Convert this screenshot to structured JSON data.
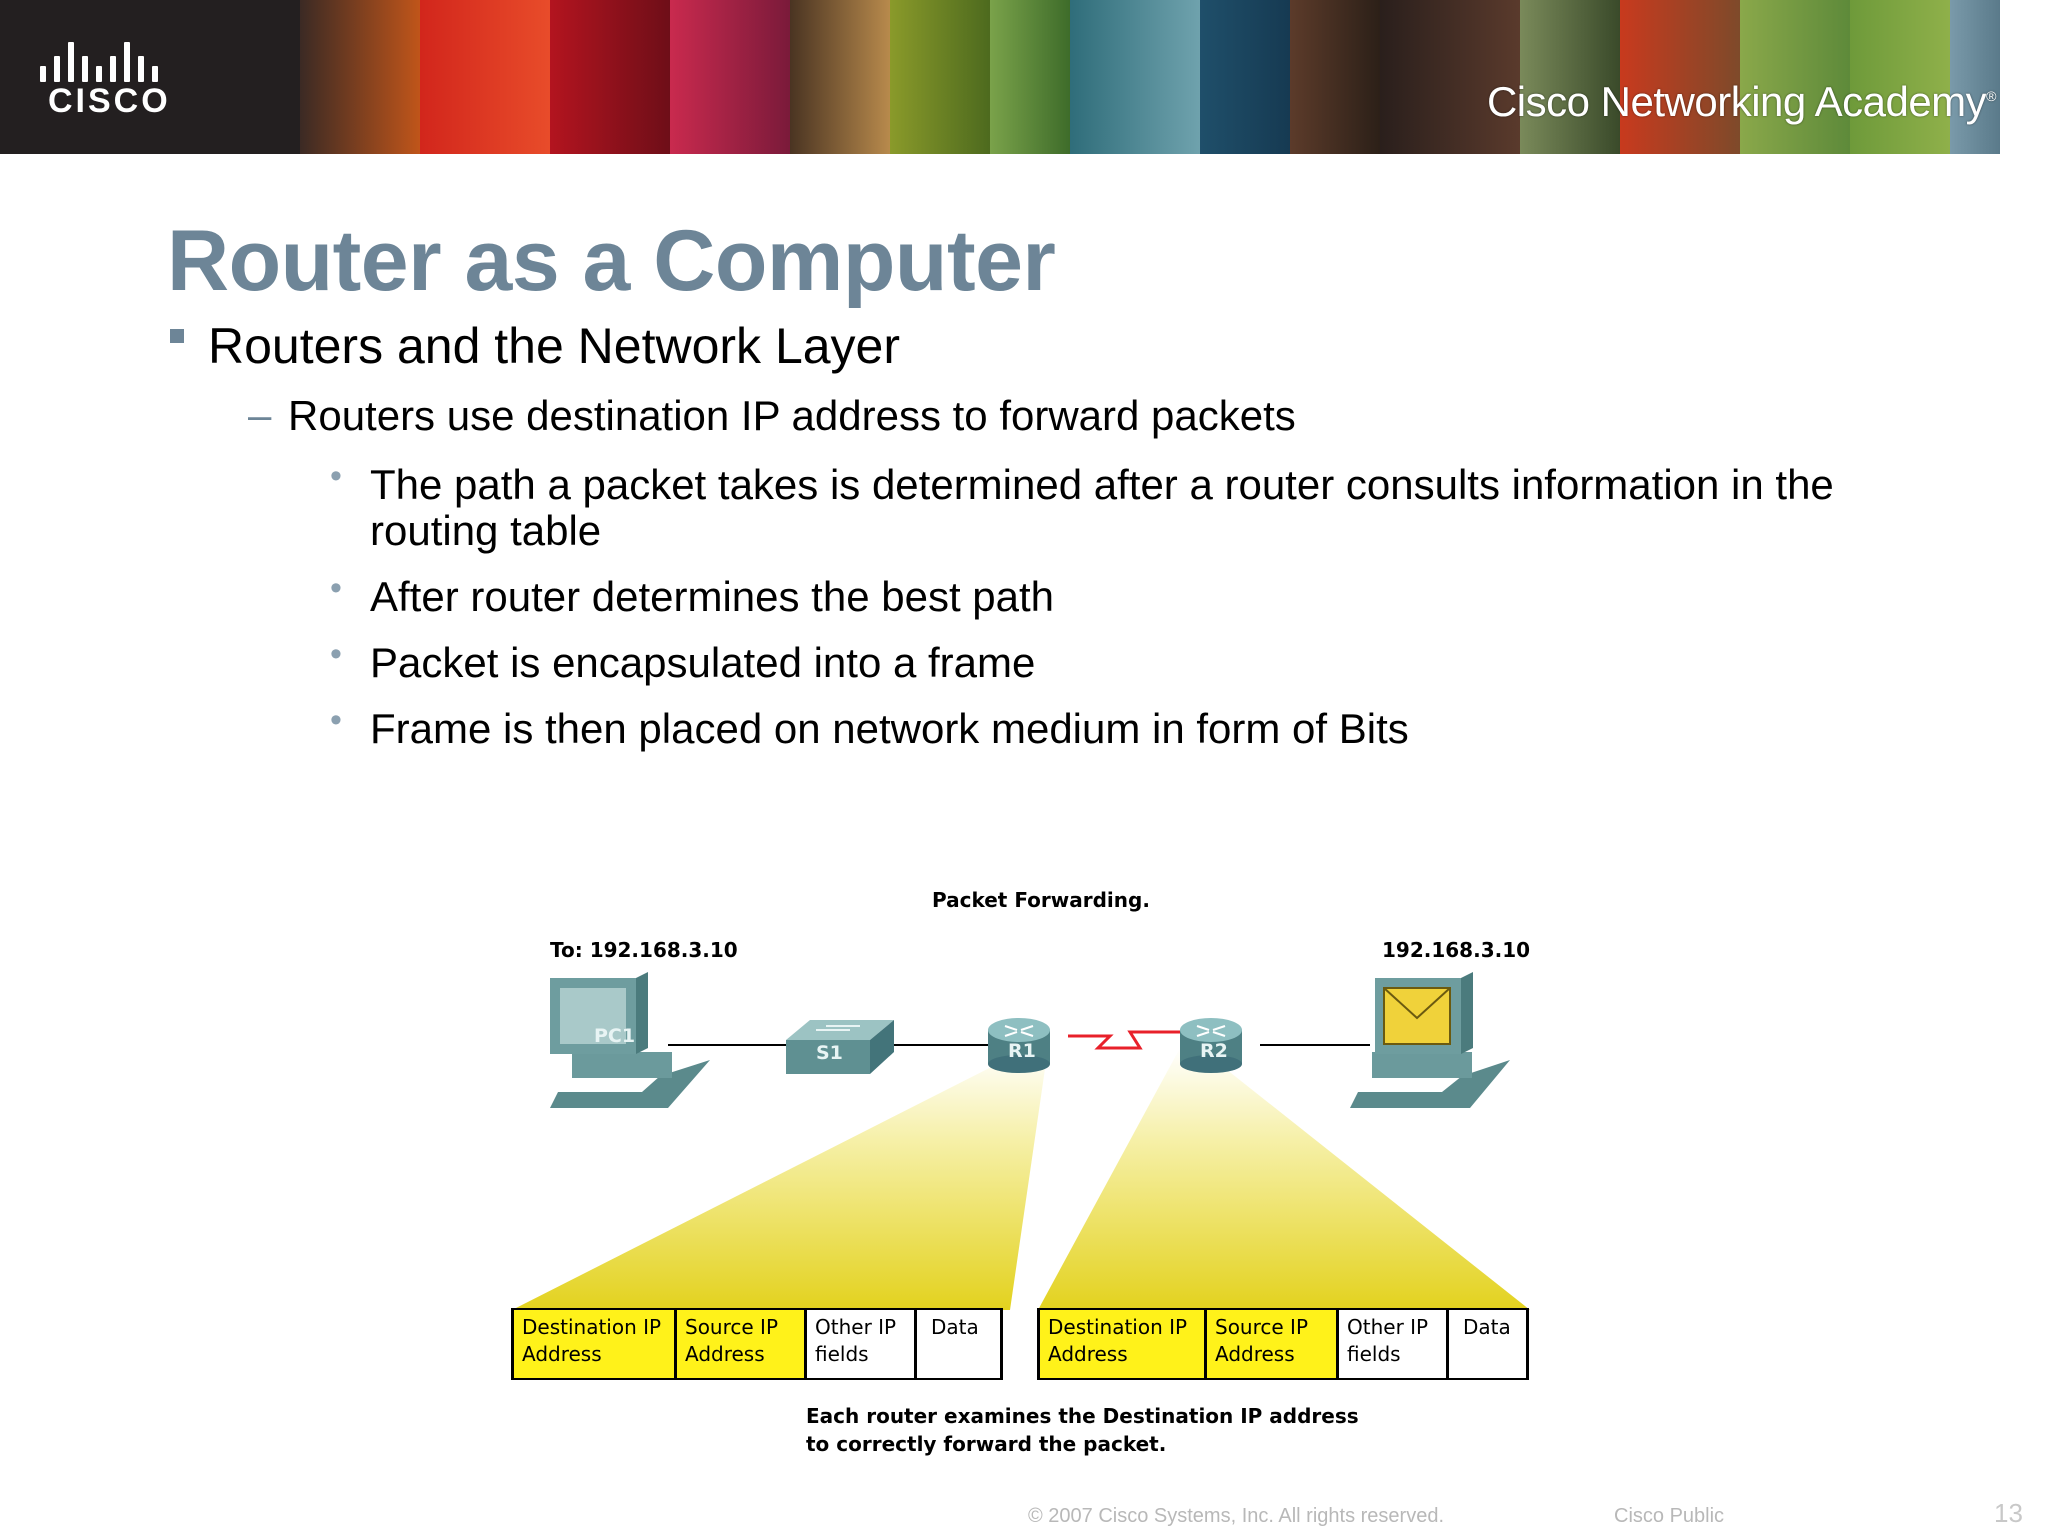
{
  "header": {
    "logo_text": "CISCO",
    "academy_label": "Cisco Networking Academy",
    "trademark": "®"
  },
  "slide": {
    "title": "Router as a Computer",
    "bullet": "Routers and the Network Layer",
    "sub_bullet": "Routers use destination IP address to forward packets",
    "points": [
      "The path a packet takes is determined after a router consults information in the routing table",
      "After router determines the best path",
      "Packet is encapsulated into a frame",
      "Frame is then placed on network medium in form of Bits"
    ]
  },
  "diagram": {
    "title": "Packet Forwarding.",
    "to_label": "To: 192.168.3.10",
    "dest_label": "192.168.3.10",
    "devices": {
      "pc1": "PC1",
      "s1": "S1",
      "r1": "R1",
      "r2": "R2"
    },
    "packet_fields": [
      {
        "line1": "Destination IP",
        "line2": "Address"
      },
      {
        "line1": "Source IP",
        "line2": "Address"
      },
      {
        "line1": "Other IP",
        "line2": "fields"
      },
      {
        "line1": "Data",
        "line2": ""
      }
    ],
    "caption_line1": "Each router examines the Destination IP address",
    "caption_line2": "to correctly forward the packet.",
    "colors": {
      "highlight": "#fff21a",
      "device": "#5f9092",
      "wan_link": "#e8202a"
    }
  },
  "footer": {
    "copyright": "© 2007 Cisco Systems, Inc. All rights reserved.",
    "classification": "Cisco Public",
    "page_number": "13"
  }
}
